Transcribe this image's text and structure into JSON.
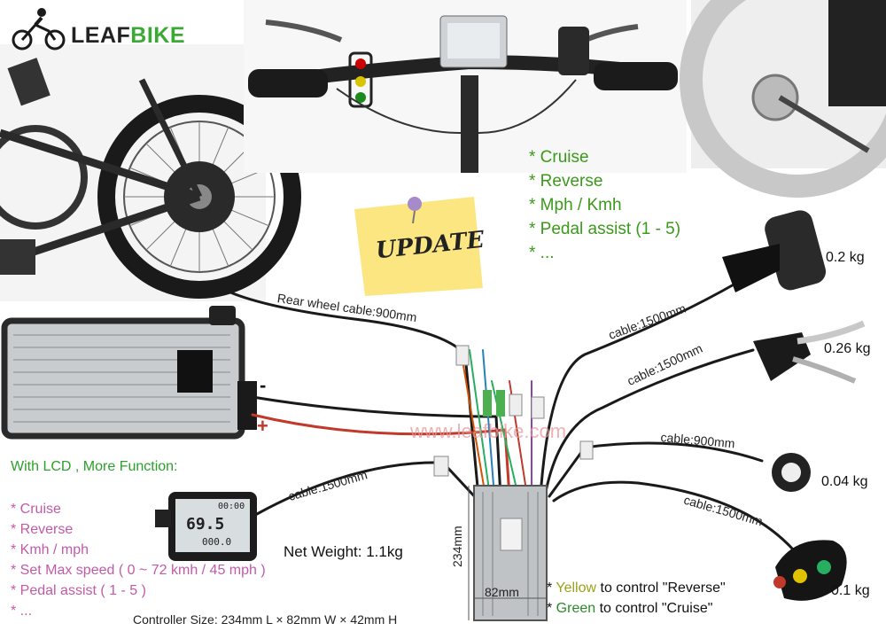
{
  "brand": {
    "name_a": "LEAF",
    "name_b": "BIKE",
    "color_a": "#222222",
    "color_b": "#3aaa35"
  },
  "note": {
    "text": "UPDATE"
  },
  "features_top": [
    "* Cruise",
    "* Reverse",
    "* Mph / Kmh",
    "* Pedal assist (1 - 5)",
    "* ..."
  ],
  "lcd_section": {
    "heading": "With LCD , More Function:",
    "items": [
      "* Cruise",
      "* Reverse",
      "* Kmh / mph",
      "* Set Max speed ( 0 ~ 72 kmh / 45 mph )",
      "* Pedal assist ( 1 - 5 )",
      "* ..."
    ]
  },
  "lcd_screen": {
    "top_right": "00:00",
    "speed": "69.5",
    "bottom": "000.0"
  },
  "cables": {
    "rear_wheel": "Rear wheel cable:900mm",
    "throttle": "cable:1500mm",
    "brake": "cable:1500mm",
    "pas": "cable:900mm",
    "switch": "cable:1500mm",
    "lcd": "cable:1500mm"
  },
  "weights": {
    "throttle": "0.2 kg",
    "brake": "0.26 kg",
    "pas": "0.04 kg",
    "switch": "0.1 kg"
  },
  "battery": {
    "minus": "-",
    "plus": "+"
  },
  "watermark": "www.leafbike.com",
  "controller": {
    "height_label": "234mm",
    "width_label": "82mm",
    "net_weight": "Net Weight: 1.1kg",
    "size_text": "Controller Size: 234mm L × 82mm W × 42mm H"
  },
  "switch_note": {
    "l1_prefix": "* ",
    "l1_color": "Yellow",
    "l1_rest": " to control \"Reverse\"",
    "l2_prefix": "* ",
    "l2_color": "Green",
    "l2_rest": " to control \"Cruise\""
  }
}
